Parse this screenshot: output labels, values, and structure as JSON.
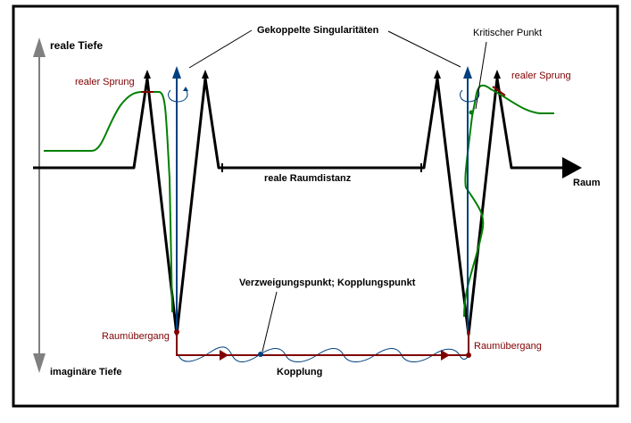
{
  "labels": {
    "real_depth": "reale Tiefe",
    "imaginary_depth": "imaginäre Tiefe",
    "coupled_singularities": "Gekoppelte Singularitäten",
    "critical_point": "Kritischer Punkt",
    "real_jump_left": "realer Sprung",
    "real_jump_right": "realer Sprung",
    "real_space_distance": "reale Raumdistanz",
    "space": "Raum",
    "branch_point": "Verzweigungspunkt; Kopplungspunkt",
    "space_transition_left": "Raumübergang",
    "space_transition_right": "Raumübergang",
    "coupling": "Kopplung"
  },
  "colors": {
    "frame": "#000000",
    "axis_gray": "#808080",
    "curve_black": "#000000",
    "green": "#008000",
    "blue": "#004080",
    "dark_red": "#800000"
  }
}
